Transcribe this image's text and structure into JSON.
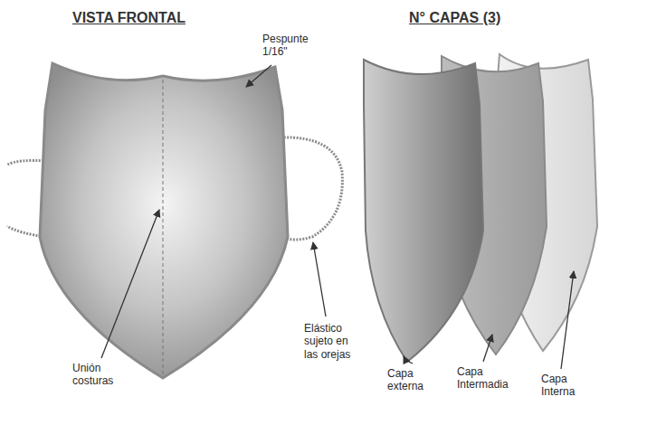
{
  "diagram": {
    "labels": [
      "VISTA FRONTAL",
      "N° CAPAS (3)",
      "Pespunte 1/16\"",
      "Unión costuras",
      "Elástico sujeto en las orejas",
      "Capa externa",
      "Capa Intermadia",
      "Capa Interna"
    ]
  }
}
